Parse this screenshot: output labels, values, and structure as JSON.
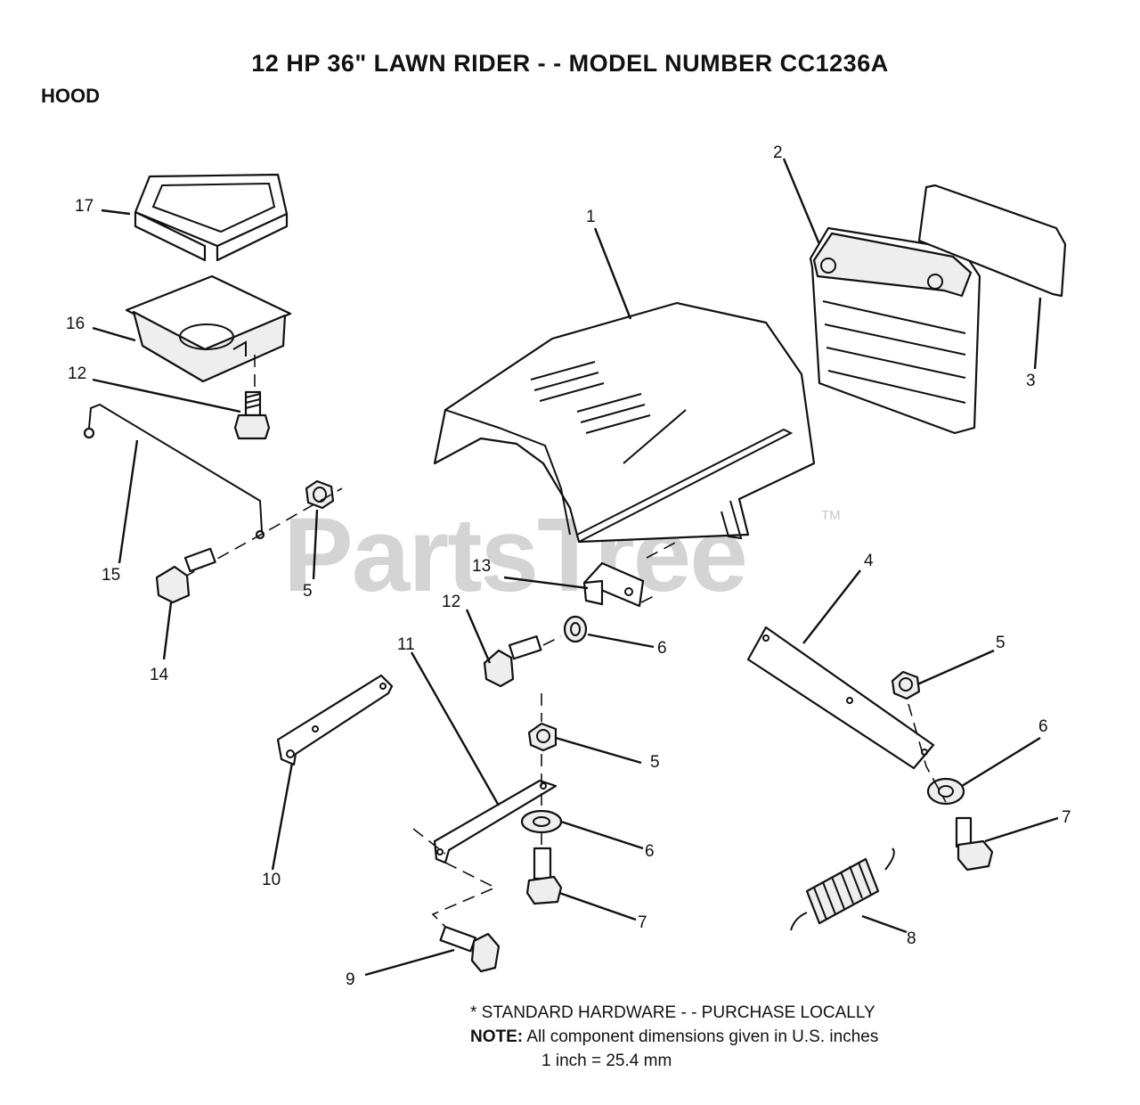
{
  "header": {
    "title": "12 HP 36\" LAWN RIDER - - MODEL NUMBER CC1236A",
    "section": "HOOD"
  },
  "watermark": {
    "text": "PartsTree",
    "tm": "TM"
  },
  "callouts": {
    "c1": "1",
    "c2": "2",
    "c3": "3",
    "c4": "4",
    "c5a": "5",
    "c5b": "5",
    "c5c": "5",
    "c6a": "6",
    "c6b": "6",
    "c6c": "6",
    "c7a": "7",
    "c7b": "7",
    "c8": "8",
    "c9": "9",
    "c10": "10",
    "c11": "11",
    "c12a": "12",
    "c12b": "12",
    "c13": "13",
    "c14": "14",
    "c15": "15",
    "c16": "16",
    "c17": "17"
  },
  "notes": {
    "standard": "* STANDARD HARDWARE - - PURCHASE LOCALLY",
    "note_label": "NOTE:",
    "note_text": "All component dimensions given in U.S. inches",
    "conversion": "1 inch = 25.4 mm"
  }
}
